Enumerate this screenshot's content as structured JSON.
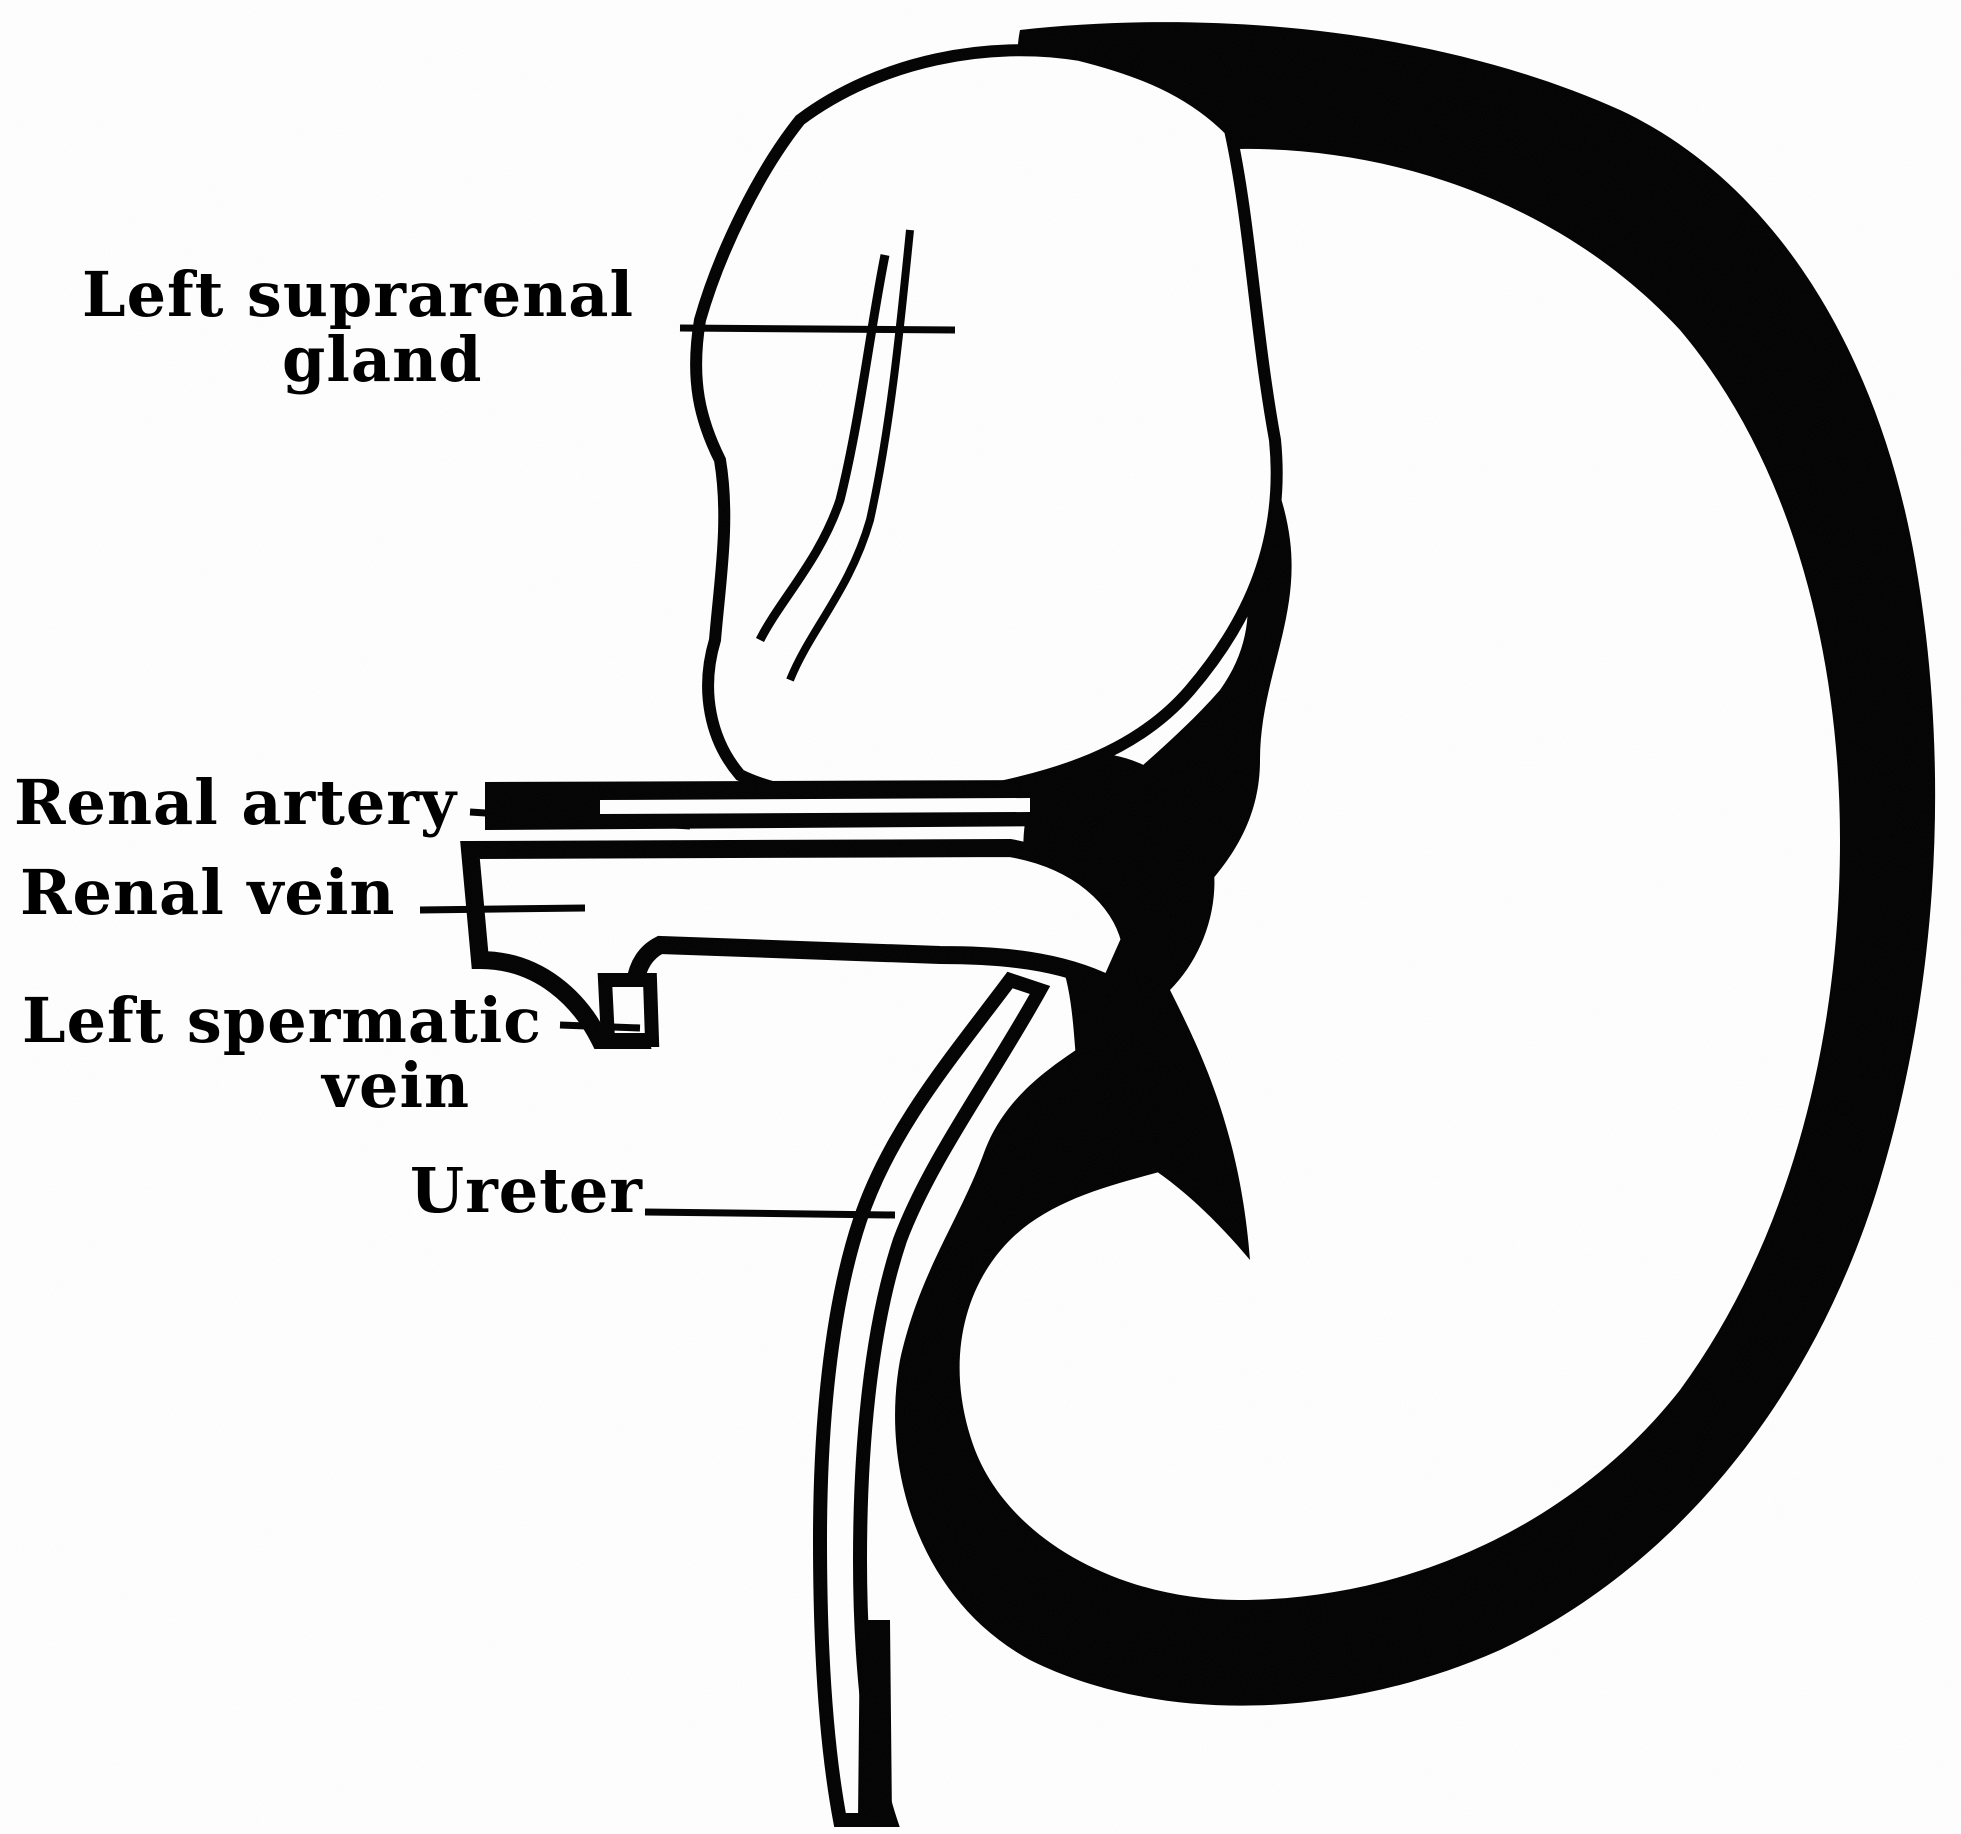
{
  "diagram": {
    "labels": {
      "suprarenal_line1": "Left suprarenal",
      "suprarenal_line2": "gland",
      "renal_artery": "Renal artery",
      "renal_vein": "Renal vein",
      "spermatic_line1": "Left spermatic",
      "spermatic_line2": "vein",
      "ureter": "Ureter"
    }
  }
}
